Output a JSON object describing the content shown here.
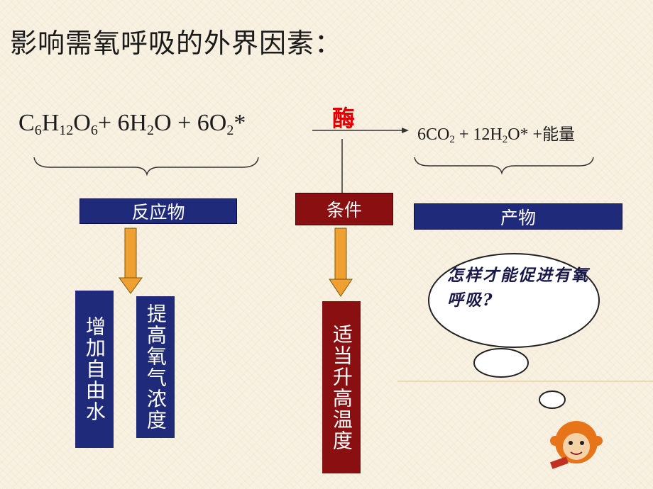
{
  "title": "影响需氧呼吸的外界因素：",
  "equation": {
    "glucose": {
      "c": "C",
      "c_sub": "6",
      "h": "H",
      "h_sub": "12",
      "o": "O",
      "o_sub": "6"
    },
    "plus_water": "+ 6H",
    "water_sub": "2",
    "water_o": "O + 6O",
    "oxygen_sub": "2",
    "oxygen_mark": "*",
    "enzyme": "酶"
  },
  "products": {
    "co2_pre": "6CO",
    "co2_sub": "2",
    "water_pre": " + 12H",
    "water_sub": "2",
    "water_post": "O* +",
    "energy": "能量"
  },
  "labels": {
    "reactants": "反应物",
    "condition": "条件",
    "products": "产物"
  },
  "measures": {
    "add_water": "增加自由水",
    "raise_oxygen": "提高氧气浓度",
    "raise_temp": "适当升高温度"
  },
  "speech": {
    "question": "怎样才能促进有氧呼吸?"
  },
  "colors": {
    "blue_box": "#1f2a7a",
    "red_box": "#8a0f10",
    "arrow_orange": "#f0a030",
    "enzyme_red": "#e00000"
  },
  "icons": [
    "down-arrow-icon",
    "right-arrow-icon",
    "monkey-mascot-icon"
  ]
}
